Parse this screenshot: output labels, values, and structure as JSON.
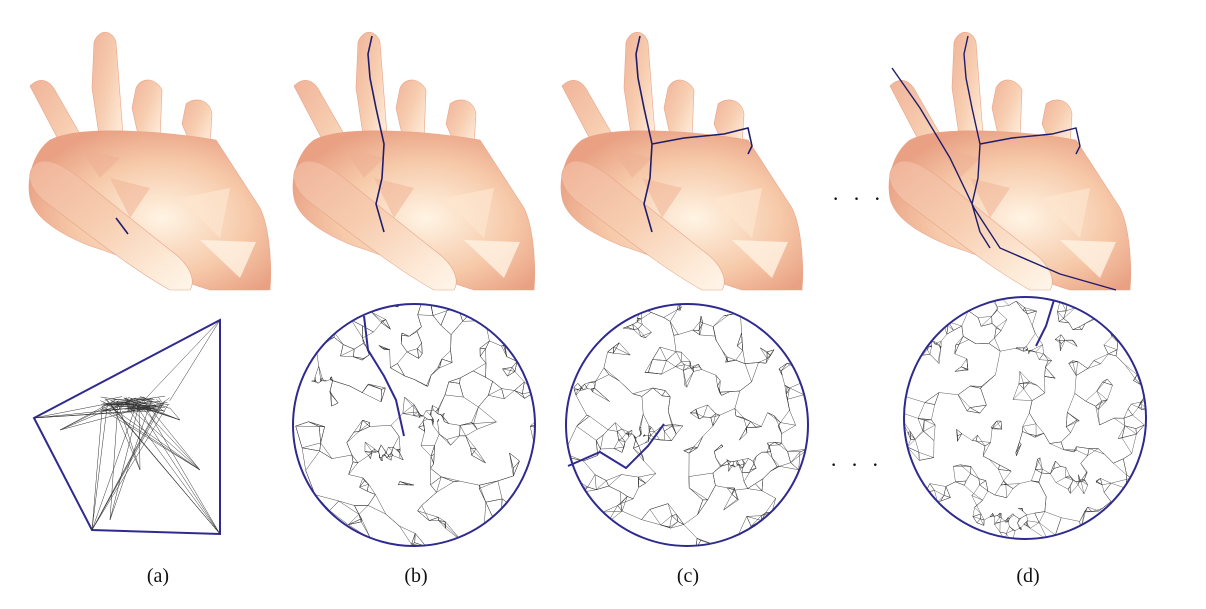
{
  "figure": {
    "panels": [
      {
        "id": "a",
        "label": "(a)"
      },
      {
        "id": "b",
        "label": "(b)"
      },
      {
        "id": "c",
        "label": "(c)"
      },
      {
        "id": "d",
        "label": "(d)"
      }
    ],
    "ellipsis_top": "· · ·",
    "ellipsis_bottom": "· · ·"
  },
  "colors": {
    "hand_light": "#fbe9d3",
    "hand_mid": "#f5c6a8",
    "hand_dark": "#e79a7f",
    "cut_path": "#1f1d6b",
    "mesh_edge": "#333333",
    "boundary": "#2e2a8f"
  }
}
